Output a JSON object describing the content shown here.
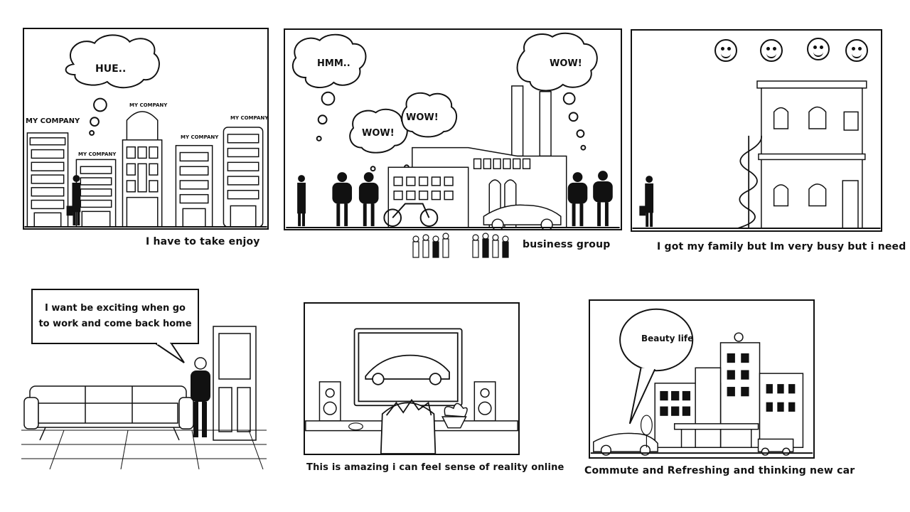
{
  "panels": [
    {
      "bubble": "HUE..",
      "signs": [
        "MY COMPANY",
        "MY COMPANY",
        "MY COMPANY",
        "MY COMPANY",
        "MY COMPANY"
      ],
      "caption": "I have to take enjoy"
    },
    {
      "bubbles": [
        "HMM..",
        "WOW!",
        "WOW!",
        "WOW!"
      ],
      "caption": "business group"
    },
    {
      "emojis": [
        "love-emoji-icon",
        "angel-emoji-icon",
        "money-emoji-icon",
        "blush-emoji-icon"
      ],
      "caption": "I got my family but Im very busy but i need"
    },
    {
      "speech_line1": "I want be exciting when go",
      "speech_line2": "to work and come back home",
      "caption": ""
    },
    {
      "caption": "This is amazing i can feel sense of reality online"
    },
    {
      "bubble": "Beauty life",
      "caption": "Commute and Refreshing and thinking new car"
    }
  ]
}
